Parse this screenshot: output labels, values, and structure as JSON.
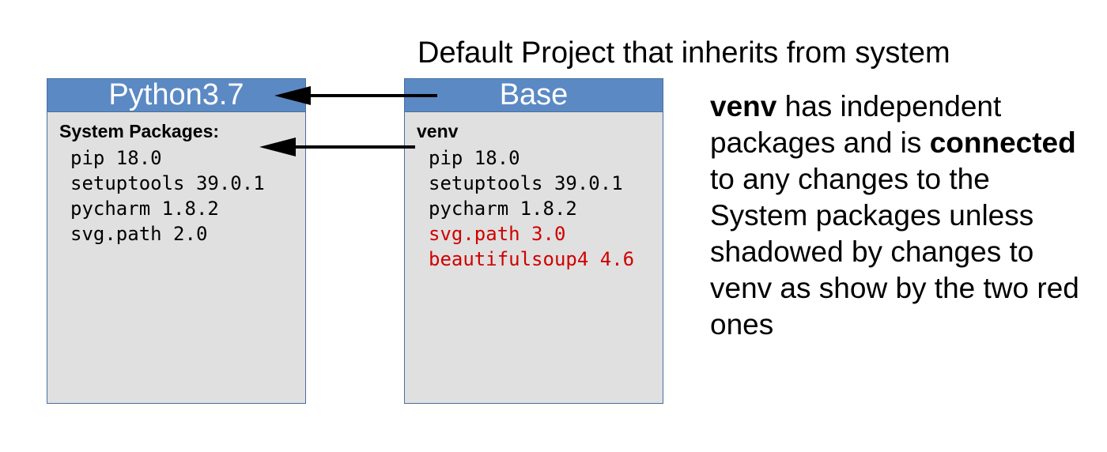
{
  "caption": "Default Project that inherits from system",
  "left_box": {
    "title": "Python3.7",
    "section": "System Packages:",
    "packages": [
      "pip 18.0",
      "setuptools 39.0.1",
      "pycharm 1.8.2",
      "svg.path 2.0"
    ]
  },
  "right_box": {
    "title": "Base",
    "section": "venv",
    "packages": [
      {
        "text": "pip 18.0",
        "shadowed": false
      },
      {
        "text": "setuptools 39.0.1",
        "shadowed": false
      },
      {
        "text": "pycharm 1.8.2",
        "shadowed": false
      },
      {
        "text": "svg.path 3.0",
        "shadowed": true
      },
      {
        "text": "beautifulsoup4 4.6",
        "shadowed": true
      }
    ]
  },
  "explanation": {
    "term1": "venv",
    "part1": " has independent packages and is ",
    "term2": "connected",
    "part2": " to any changes to the System packages unless shadowed by changes to venv as show by the two red ones"
  },
  "colors": {
    "header": "#5b89c4",
    "box_fill": "#e0e0e0",
    "shadowed_text": "#d00000"
  }
}
